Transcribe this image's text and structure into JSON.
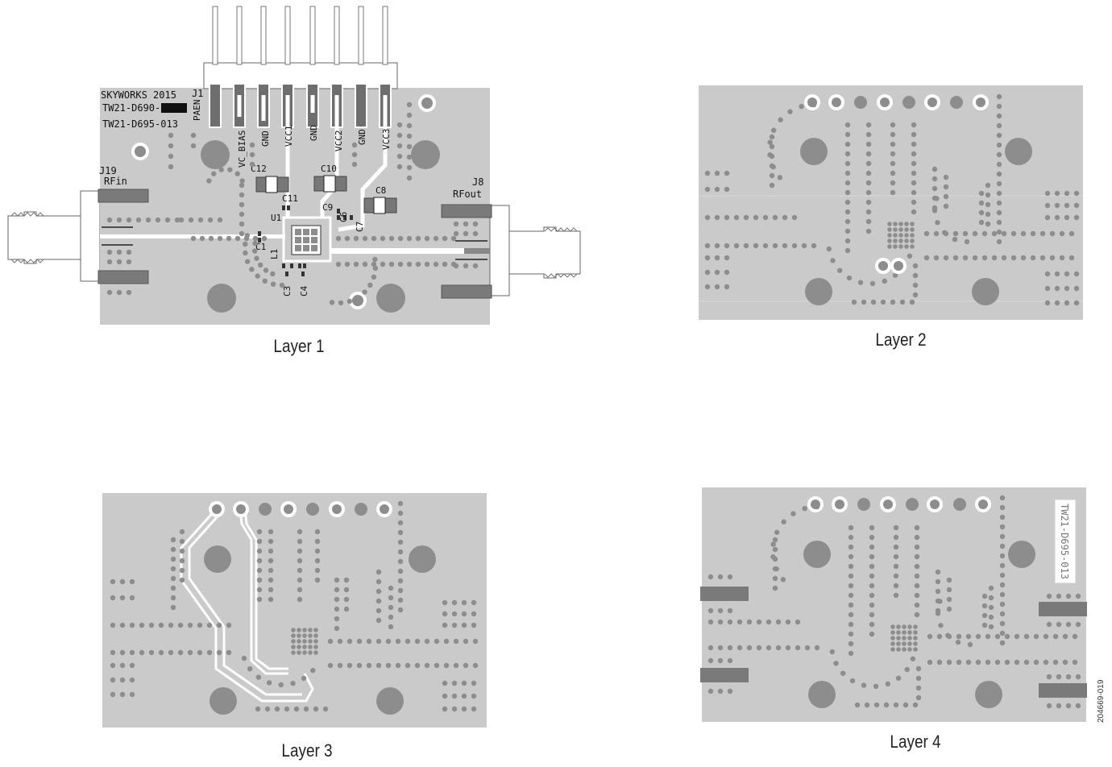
{
  "layers": [
    {
      "caption": "Layer 1"
    },
    {
      "caption": "Layer 2"
    },
    {
      "caption": "Layer 3"
    },
    {
      "caption": "Layer 4"
    }
  ],
  "layer1": {
    "silkscreen": {
      "brand": "SKYWORKS 2015",
      "part_a": "TW21-D690-",
      "part_b": "TW21-D695-013",
      "j1": "J1",
      "j19": "J19",
      "rfin": "RFin",
      "j8": "J8",
      "rfout": "RFout"
    },
    "header_pins": [
      "PAEN",
      "VC_BIAS",
      "GND",
      "VCC1",
      "GND",
      "VCC2",
      "GND",
      "VCC3"
    ],
    "components": {
      "c12": "C12",
      "c10": "C10",
      "c8": "C8",
      "c11": "C11",
      "c9": "C9",
      "c6": "C6",
      "c7": "C7",
      "u1": "U1",
      "c1": "C1",
      "l1": "L1",
      "c3": "C3",
      "c4": "C4"
    }
  },
  "layer4": {
    "mirrored_label": "TW21-D695-013"
  },
  "figure_id": "204669-019",
  "colors": {
    "board": "#cacaca",
    "copper_dark": "#8f8f8f",
    "trace": "#ffffff",
    "via": "#8d8d8d",
    "pad": "#6e6e6e",
    "connector_pad": "#7a7a7a"
  }
}
